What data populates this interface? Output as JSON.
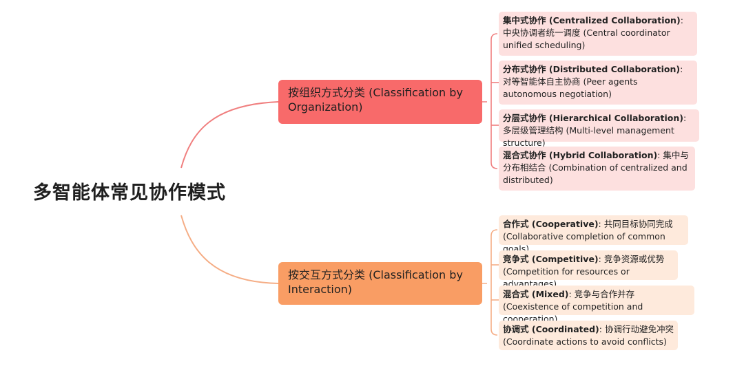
{
  "root": {
    "title": "多智能体常见协作模式"
  },
  "branches": [
    {
      "label": "按组织方式分类 (Classification by Organization)",
      "color": "#f86a6a",
      "leaf_bg": "#fde0df",
      "leaves": [
        {
          "head": "集中式协作 (Centralized Collaboration)",
          "body": ": 中央协调者统一调度 (Central coordinator unified scheduling)"
        },
        {
          "head": "分布式协作 (Distributed Collaboration)",
          "body": ": 对等智能体自主协商 (Peer agents autonomous negotiation)"
        },
        {
          "head": "分层式协作 (Hierarchical Collaboration)",
          "body": ": 多层级管理结构 (Multi-level management structure)"
        },
        {
          "head": "混合式协作 (Hybrid Collaboration)",
          "body": ": 集中与分布相结合 (Combination of centralized and distributed)"
        }
      ]
    },
    {
      "label": "按交互方式分类 (Classification by Interaction)",
      "color": "#f99d64",
      "leaf_bg": "#feeadc",
      "leaves": [
        {
          "head": "合作式 (Cooperative)",
          "body": ": 共同目标协同完成 (Collaborative completion of common goals)"
        },
        {
          "head": "竞争式 (Competitive)",
          "body": ": 竞争资源或优势 (Competition for resources or advantages)"
        },
        {
          "head": "混合式 (Mixed)",
          "body": ": 竞争与合作并存 (Coexistence of competition and cooperation)"
        },
        {
          "head": "协调式 (Coordinated)",
          "body": ": 协调行动避免冲突 (Coordinate actions to avoid conflicts)"
        }
      ]
    }
  ]
}
